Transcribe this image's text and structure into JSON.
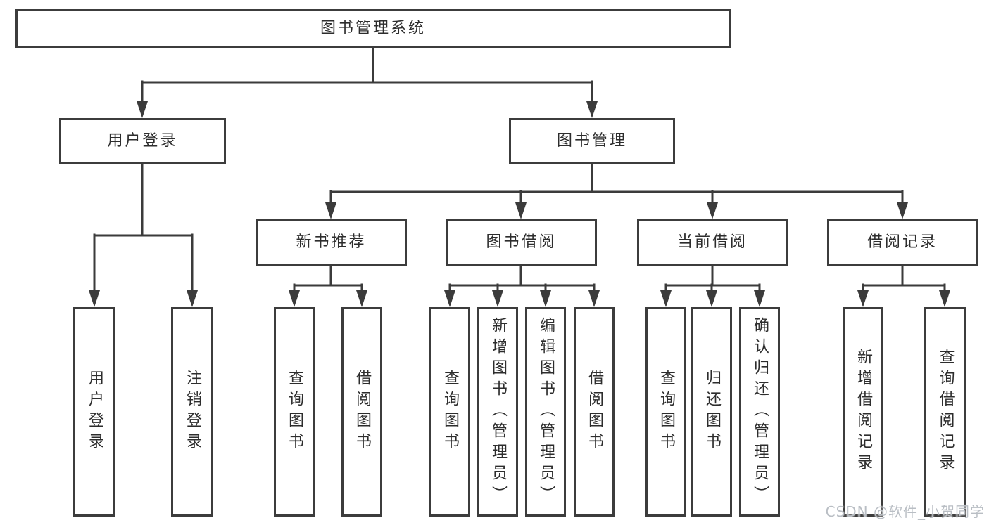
{
  "diagram_type": "tree",
  "colors": {
    "background": "#ffffff",
    "line": "#3b3b3b",
    "box_border": "#3c3c3c",
    "text": "#2d2d2d",
    "watermark": "#b9bec4"
  },
  "tree": {
    "label": "图书管理系统",
    "children": [
      {
        "label": "用户登录",
        "children": [
          {
            "label": "用户登录"
          },
          {
            "label": "注销登录"
          }
        ]
      },
      {
        "label": "图书管理",
        "children": [
          {
            "label": "新书推荐",
            "children": [
              {
                "label": "查询图书"
              },
              {
                "label": "借阅图书"
              }
            ]
          },
          {
            "label": "图书借阅",
            "children": [
              {
                "label": "查询图书"
              },
              {
                "label": "新增图书（管理员）"
              },
              {
                "label": "编辑图书（管理员）"
              },
              {
                "label": "借阅图书"
              }
            ]
          },
          {
            "label": "当前借阅",
            "children": [
              {
                "label": "查询图书"
              },
              {
                "label": "归还图书"
              },
              {
                "label": "确认归还（管理员）"
              }
            ]
          },
          {
            "label": "借阅记录",
            "children": [
              {
                "label": "新增借阅记录"
              },
              {
                "label": "查询借阅记录"
              }
            ]
          }
        ]
      }
    ]
  },
  "watermark": "CSDN @软件_小贺同学"
}
